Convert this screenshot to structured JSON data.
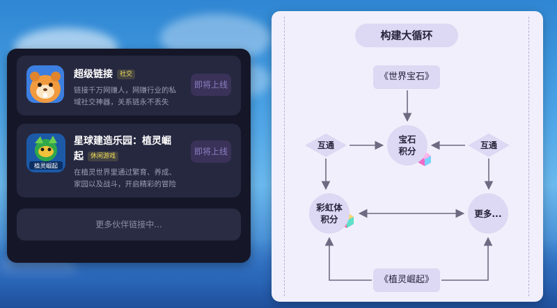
{
  "left_panel": {
    "apps": [
      {
        "name": "超级链接",
        "tag": "社交",
        "desc_line1": "链接千万网赚人，网赚行业的私",
        "desc_line2": "域社交神器，关系链永不丢失",
        "button": "即将上线",
        "icon": "hamster-icon"
      },
      {
        "name_line1": "星球建造乐园：植灵崛",
        "name_line2": "起",
        "tag": "休闲游戏",
        "desc_line1": "在植灵世界里通过繁育、养成、",
        "desc_line2": "家园以及战斗，开启精彩的冒险",
        "button": "即将上线",
        "icon": "plant-creature-icon",
        "icon_text": "植灵崛起"
      }
    ],
    "more_partners": "更多伙伴链接中..."
  },
  "diagram": {
    "title": "构建大循环",
    "top_box": "《世界宝石》",
    "bottom_box": "《植灵崛起》",
    "gem_line1": "宝石",
    "gem_line2": "积分",
    "rainbow_line1": "彩虹体",
    "rainbow_line2": "积分",
    "more": "更多...",
    "left_diamond": "互通",
    "right_diamond": "互通"
  },
  "colors": {
    "panel_dark": "#151729",
    "card": "#262840",
    "accent_tag": "#f2e05a",
    "diagram_fill": "#ddd8f3",
    "arrow": "#6e6a82"
  }
}
